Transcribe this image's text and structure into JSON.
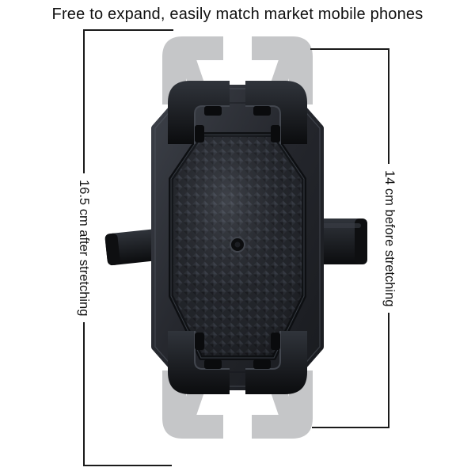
{
  "title": "Free to expand, easily match market mobile phones",
  "dimensions": {
    "left": {
      "label": "16.5 cm after stretching"
    },
    "right": {
      "label": "14 cm before stretching"
    }
  },
  "product": {
    "name": "expandable-phone-holder"
  },
  "colors": {
    "background": "#ffffff",
    "text": "#111111",
    "dimension_line": "#1a1a1a",
    "holder_body": "#24262c",
    "grip_pad": "#1e2025",
    "clamp": "#15171a",
    "ghost": "#c5c6c8"
  }
}
